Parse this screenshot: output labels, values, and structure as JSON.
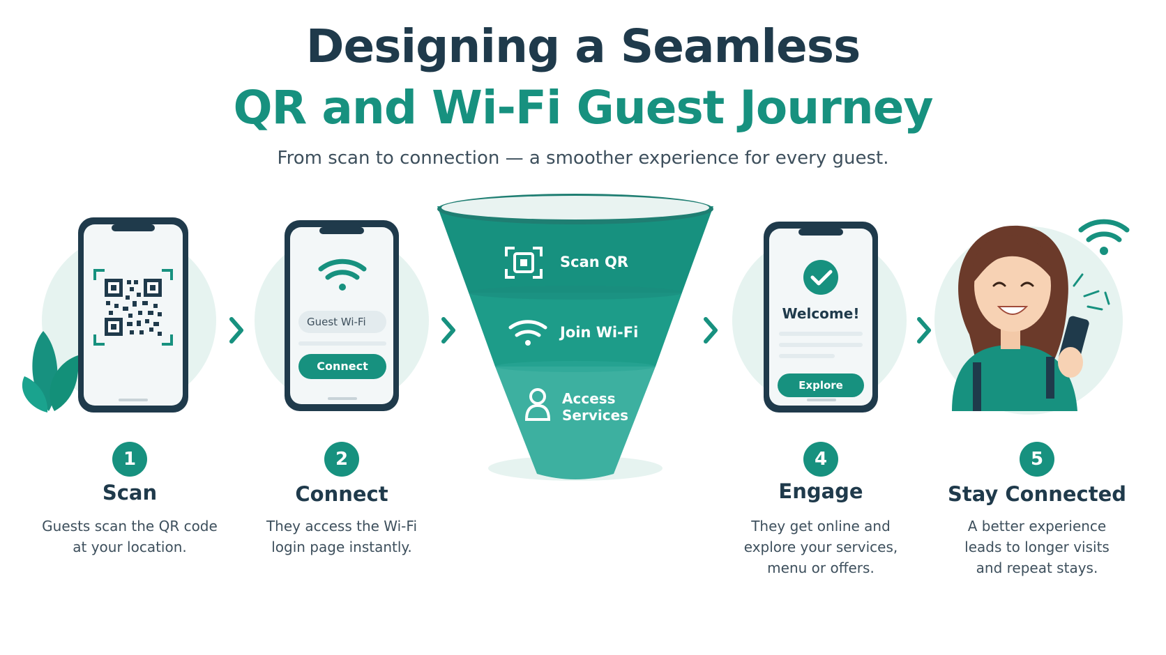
{
  "header": {
    "title_line1": "Designing a Seamless",
    "title_line2": "QR and Wi-Fi Guest Journey",
    "subtitle": "From scan to connection — a smoother experience for every guest."
  },
  "funnel": {
    "stages": [
      {
        "label": "Scan QR",
        "icon": "qr-scan-icon"
      },
      {
        "label": "Join Wi-Fi",
        "icon": "wifi-icon"
      },
      {
        "label_line1": "Access",
        "label_line2": "Services",
        "icon": "user-icon"
      }
    ]
  },
  "phones": {
    "connect_field": "Guest Wi-Fi",
    "connect_button": "Connect",
    "welcome_text": "Welcome!",
    "explore_button": "Explore"
  },
  "steps": [
    {
      "number": "1",
      "title": "Scan",
      "desc": "Guests scan the QR code\nat your location."
    },
    {
      "number": "2",
      "title": "Connect",
      "desc": "They access the Wi-Fi\nlogin page instantly."
    },
    {
      "number": "4",
      "title": "Engage",
      "desc": "They get online and\nexplore your services,\nmenu or offers."
    },
    {
      "number": "5",
      "title": "Stay Connected",
      "desc": "A better experience\nleads to longer visits\nand repeat stays."
    }
  ],
  "colors": {
    "primary": "#17917f",
    "dark": "#1f3a4b",
    "light_circle": "#e6f3f0"
  }
}
